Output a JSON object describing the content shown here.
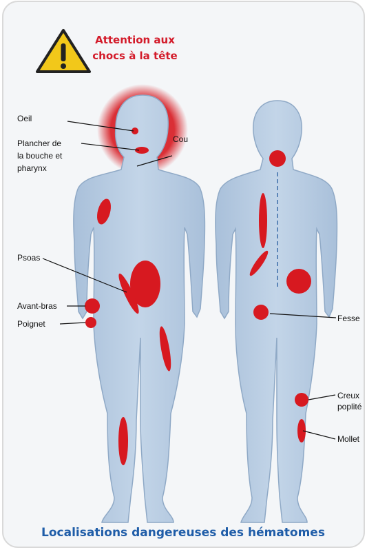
{
  "warning": {
    "icon": "warning-triangle-icon",
    "line1": "Attention aux",
    "line2": "chocs à la tête"
  },
  "labels": {
    "oeil": "Oeil",
    "plancher_l1": "Plancher de",
    "plancher_l2": "la bouche et",
    "plancher_l3": "pharynx",
    "cou": "Cou",
    "psoas": "Psoas",
    "avant_bras": "Avant-bras",
    "poignet": "Poignet",
    "fesse": "Fesse",
    "creux_l1": "Creux",
    "creux_l2": "poplité",
    "mollet": "Mollet"
  },
  "caption": "Localisations dangereuses des hématomes",
  "colors": {
    "card_border": "#d9d9d9",
    "card_bg": "#f4f6f8",
    "body": "#b9cde3",
    "body_edge": "#8fa9c6",
    "hematoma": "#d71920",
    "warning_yellow": "#f2c81a",
    "title_red": "#d31b2a",
    "caption_blue": "#1f5da8"
  }
}
